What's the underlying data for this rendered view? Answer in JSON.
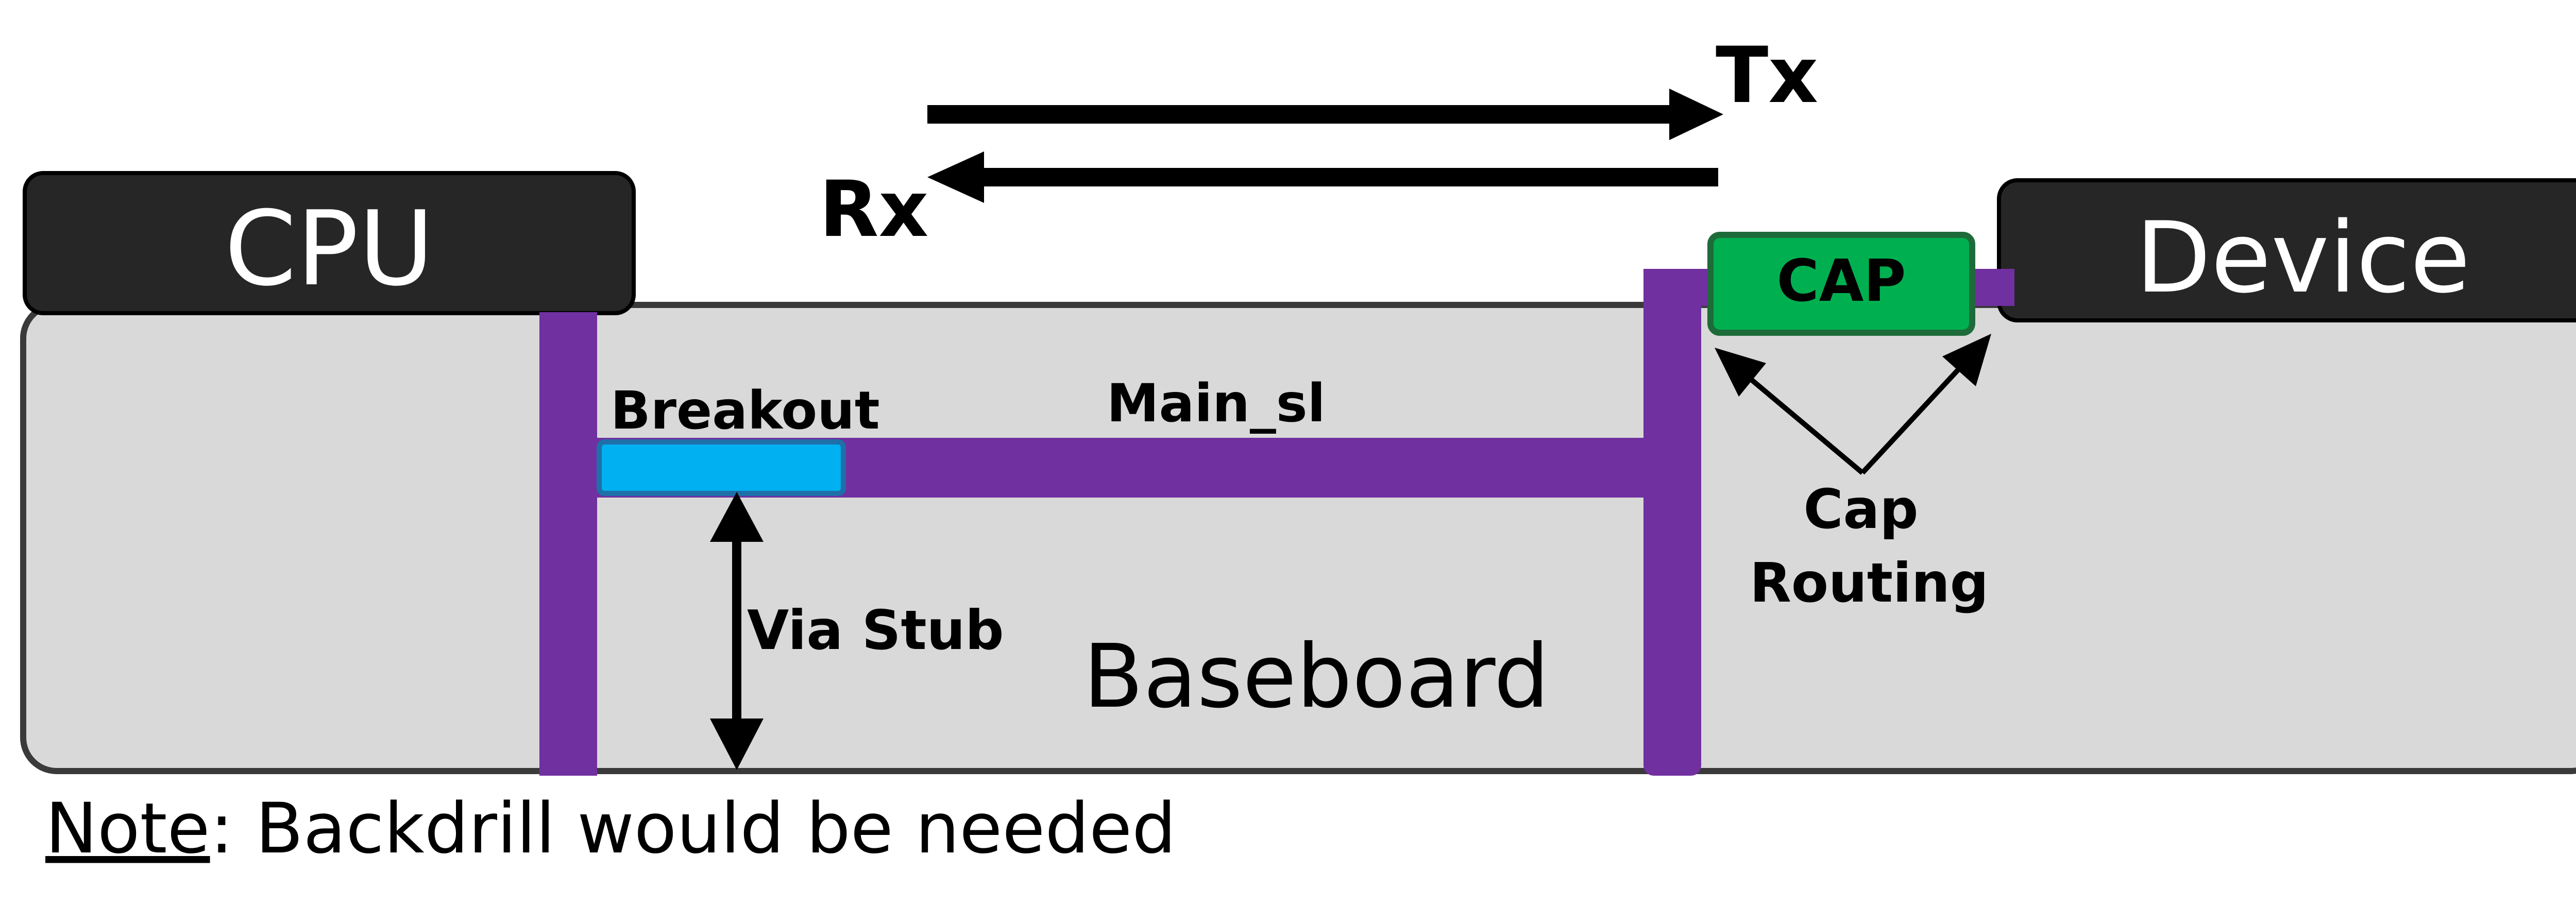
{
  "diagram": {
    "tx_label": "Tx",
    "rx_label": "Rx",
    "cpu_label": "CPU",
    "device_label": "Device",
    "cap_label": "CAP",
    "baseboard_label": "Baseboard",
    "breakout_label": "Breakout",
    "main_label": "Main_sl",
    "via_stub_label": "Via Stub",
    "cap_routing_line1": "Cap",
    "cap_routing_line2": "Routing",
    "note_prefix": "Note",
    "note_text": ": Backdrill would be needed"
  },
  "colors": {
    "board_fill": "#d9d9d9",
    "board_stroke": "#3a3a3a",
    "chip_fill": "#262626",
    "trace": "#7030a0",
    "breakout": "#00b0f0",
    "breakout_stroke": "#1f6fa8",
    "cap_fill": "#00b050",
    "cap_stroke": "#1e6b3a"
  }
}
